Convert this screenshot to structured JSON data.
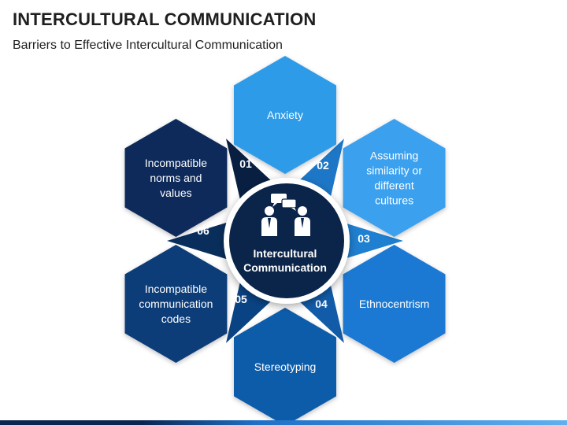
{
  "header": {
    "title": "INTERCULTURAL COMMUNICATION",
    "subtitle": "Barriers to Effective Intercultural Communication"
  },
  "center": {
    "line1": "Intercultural",
    "line2": "Communication",
    "icon": "two-people-talking-icon"
  },
  "segments": [
    {
      "number": "01",
      "lines": [
        "Anxiety"
      ],
      "color": "#2e9be8",
      "shade": "#1d77c6"
    },
    {
      "number": "02",
      "lines": [
        "Assuming",
        "similarity or",
        "different",
        "cultures"
      ],
      "color": "#3aa0ee",
      "shade": "#1f7fd0"
    },
    {
      "number": "03",
      "lines": [
        "Ethnocentrism"
      ],
      "color": "#1b79d3",
      "shade": "#125ba8"
    },
    {
      "number": "04",
      "lines": [
        "Stereotyping"
      ],
      "color": "#0f5ba9",
      "shade": "#0a4383"
    },
    {
      "number": "05",
      "lines": [
        "Incompatible",
        "communication",
        "codes"
      ],
      "color": "#0d3d78",
      "shade": "#092e5c"
    },
    {
      "number": "06",
      "lines": [
        "Incompatible",
        "norms and",
        "values"
      ],
      "color": "#0b2c5a",
      "shade": "#081f42"
    }
  ],
  "colors": {
    "center_fill": "#0b2449",
    "center_ring": "#ffffff"
  }
}
